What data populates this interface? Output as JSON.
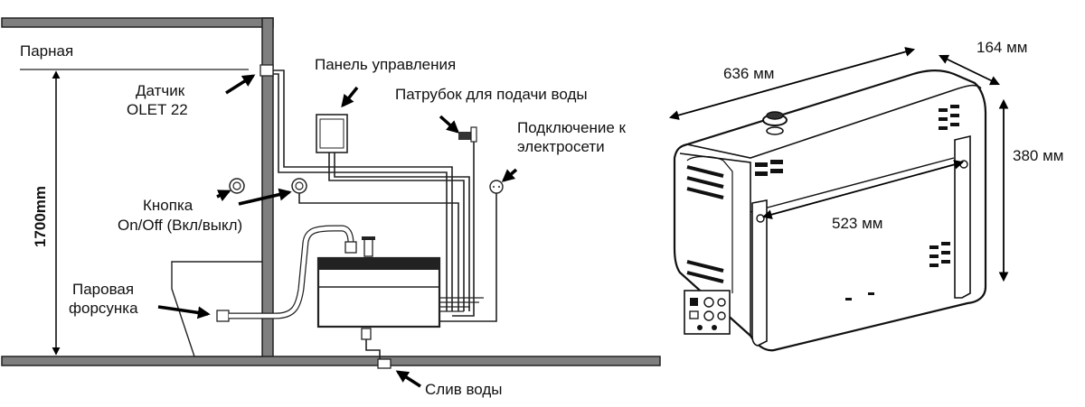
{
  "left": {
    "room_label": "Парная",
    "height_label": "1700mm",
    "sensor_label_1": "Датчик",
    "sensor_label_2": "OLET 22",
    "panel_label": "Панель управления",
    "water_inlet_label": "Патрубок для подачи воды",
    "power_label_1": "Подключение к",
    "power_label_2": "электросети",
    "button_label_1": "Кнопка",
    "button_label_2": "On/Off (Вкл/выкл)",
    "nozzle_label_1": "Паровая",
    "nozzle_label_2": "форсунка",
    "drain_label": "Слив воды"
  },
  "right": {
    "length_label": "636 мм",
    "depth_label": "164 мм",
    "height_label": "380 мм",
    "mount_label": "523 мм"
  }
}
